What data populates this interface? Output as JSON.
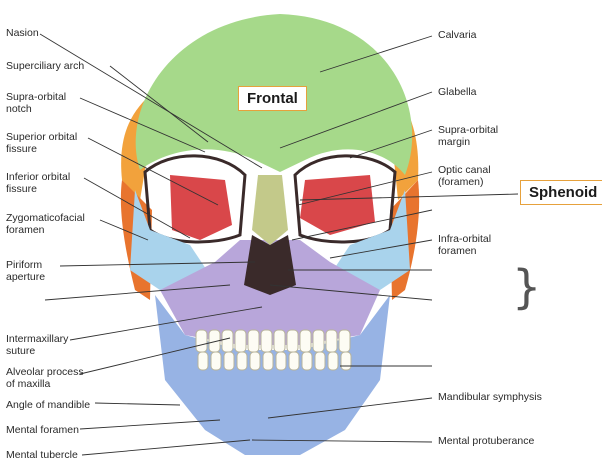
{
  "colors": {
    "frontal": "#a6d98a",
    "frontal_dark": "#8cc46f",
    "parietal": "#f2a23c",
    "temporal": "#e8742e",
    "sphenoid": "#d9474a",
    "zygomatic": "#a9d3ec",
    "maxilla": "#b8a6da",
    "nasal": "#c3c98a",
    "mandible": "#97b3e4",
    "teeth": "#fdfcf4",
    "orbit_shadow": "#3a2a2a",
    "box_border": "#e6a13c"
  },
  "boxes": {
    "frontal": "Frontal",
    "sphenoid": "Sphenoid"
  },
  "labels_left": {
    "nasion": "Nasion",
    "superciliary": "Superciliary arch",
    "supraorbital_notch": "Supra-orbital\nnotch",
    "superior_orbital": "Superior orbital\nfissure",
    "inferior_orbital": "Inferior orbital\nfissure",
    "zygomaticofacial": "Zygomaticofacial\nforamen",
    "piriform": "Piriform\naperture",
    "intermaxillary": "Intermaxillary\nsuture",
    "alveolar": "Alveolar process\nof maxilla",
    "angle_mandible": "Angle of mandible",
    "mental_foramen": "Mental foramen",
    "mental_tubercle": "Mental tubercle"
  },
  "labels_right": {
    "calvaria": "Calvaria",
    "glabella": "Glabella",
    "supraorbital_margin": "Supra-orbital\nmargin",
    "optic_canal": "Optic canal\n(foramen)",
    "infraorbital_foramen": "Infra-orbital\nforamen",
    "mandibular_symphysis": "Mandibular symphysis",
    "mental_protuberance": "Mental protuberance"
  }
}
